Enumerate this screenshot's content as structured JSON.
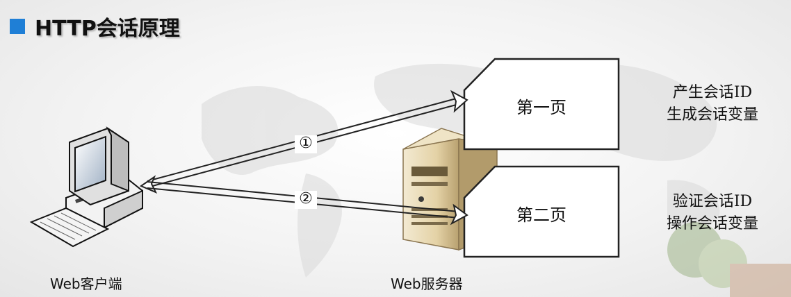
{
  "title": "HTTP会话原理",
  "client_label": "Web客户端",
  "server_label": "Web服务器",
  "page1_label": "第一页",
  "page2_label": "第二页",
  "step1": "①",
  "step2": "②",
  "note1": {
    "line1": "产生会话ID",
    "line2": "生成会话变量"
  },
  "note2": {
    "line1": "验证会话ID",
    "line2": "操作会话变量"
  },
  "colors": {
    "bullet": "#1f7fd6",
    "server": "#e8d8b0",
    "box_border": "#222222"
  }
}
